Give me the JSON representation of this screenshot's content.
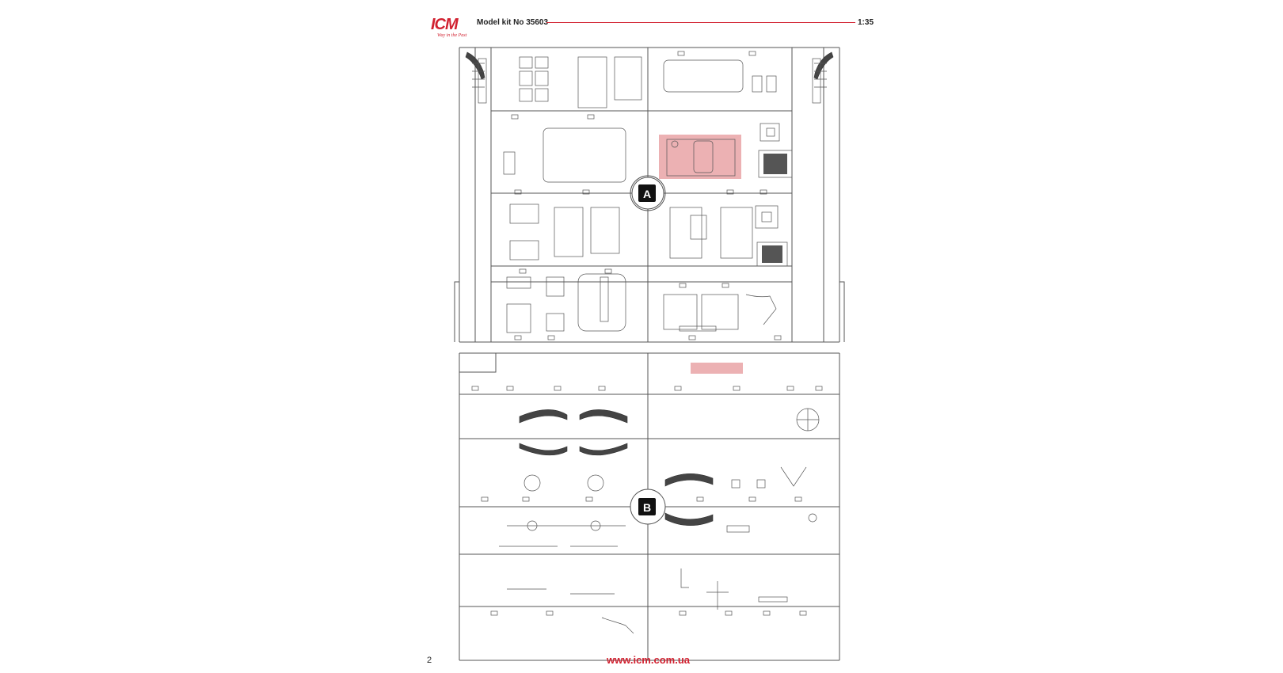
{
  "header": {
    "logo_text": "ICM",
    "logo_tagline": "Way in the Past",
    "title": "Model kit No 35603",
    "scale": "1:35"
  },
  "sprues": [
    {
      "letter": "A"
    },
    {
      "letter": "B"
    }
  ],
  "footer": {
    "page_number": "2",
    "website": "www.icm.com.ua"
  },
  "colors": {
    "accent": "#d1202f",
    "highlight": "#e9a3a6",
    "line": "#555555"
  }
}
